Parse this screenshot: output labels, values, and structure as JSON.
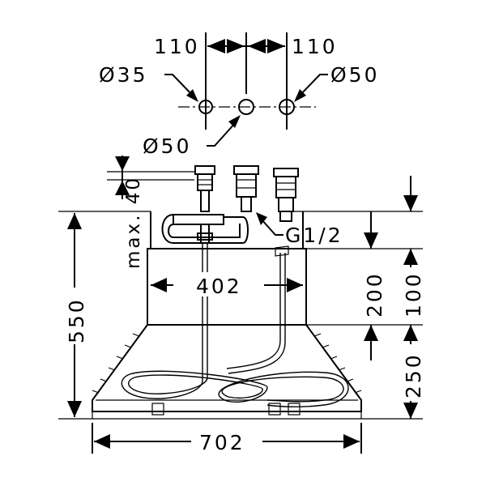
{
  "top_view": {
    "spacing_left": "110",
    "spacing_right": "110",
    "dia_left": "Ø35",
    "dia_right": "Ø50",
    "dia_center": "Ø50"
  },
  "side_view": {
    "thread_label": "G1/2",
    "max_label": "max. 40",
    "inner_width": "402",
    "total_width": "702",
    "total_height": "550",
    "upper_height": "200",
    "rim_height": "100",
    "base_height": "250"
  }
}
